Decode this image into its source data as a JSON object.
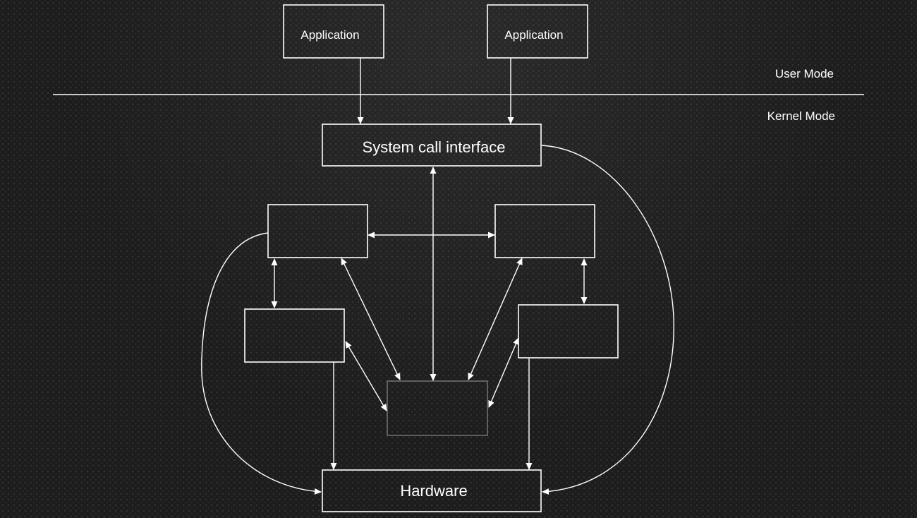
{
  "labels": {
    "app_left": "Application",
    "app_right": "Application",
    "user_mode": "User Mode",
    "kernel_mode": "Kernel Mode",
    "syscall": "System call interface",
    "hardware": "Hardware"
  },
  "colors": {
    "line": "#ffffff",
    "dim_box": "#7a7a7a",
    "background": "#1c1c1c"
  }
}
